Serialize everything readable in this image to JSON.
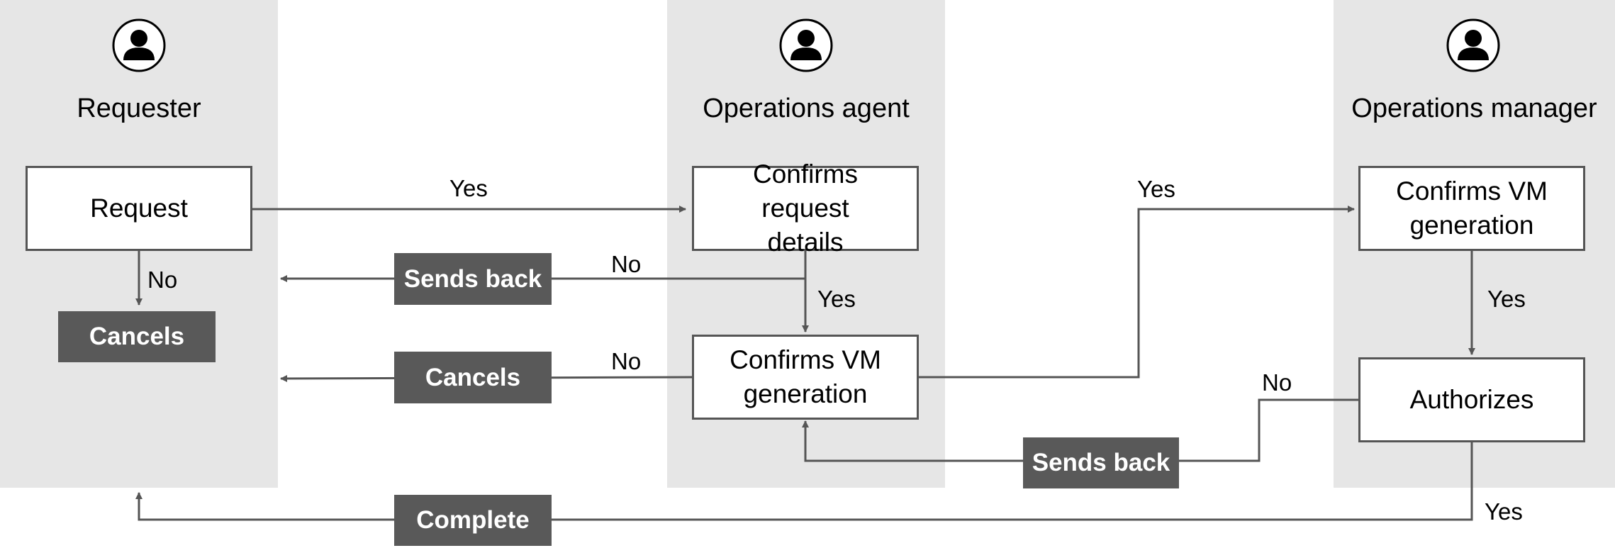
{
  "lanes": {
    "requester": "Requester",
    "agent": "Operations agent",
    "manager": "Operations manager"
  },
  "boxes": {
    "request": "Request",
    "agent_confirm_request": "Confirms request details",
    "agent_confirm_vm": "Confirms VM generation",
    "manager_confirm_vm": "Confirms VM generation",
    "manager_authorizes": "Authorizes"
  },
  "actions": {
    "requester_cancels": "Cancels",
    "sends_back_1": "Sends back",
    "cancels_2": "Cancels",
    "sends_back_2": "Sends back",
    "complete": "Complete"
  },
  "edge_labels": {
    "request_yes": "Yes",
    "request_no": "No",
    "details_no": "No",
    "details_yes": "Yes",
    "vm_no": "No",
    "vm_yes": "Yes",
    "mgr_confirm_yes": "Yes",
    "authorize_no": "No",
    "authorize_yes": "Yes"
  },
  "colors": {
    "lane_background": "#e6e6e6",
    "action_fill": "#595959",
    "connector": "#555555"
  },
  "icons": {
    "lane_avatar": "user-icon"
  }
}
